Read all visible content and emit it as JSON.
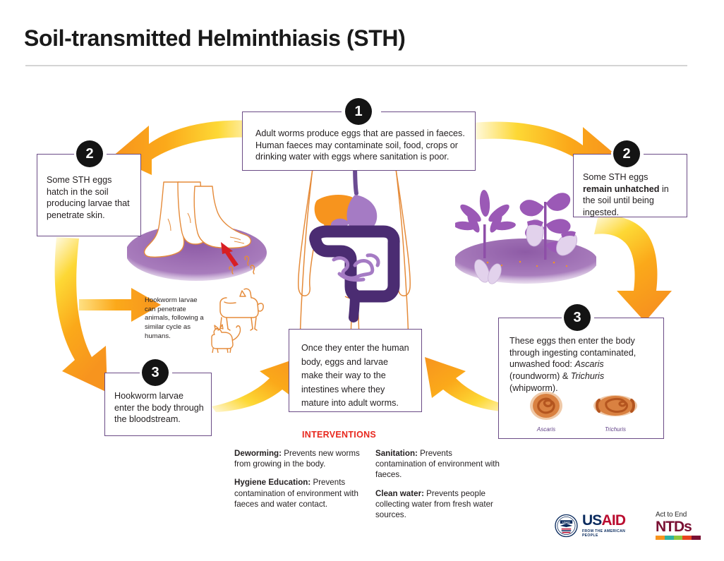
{
  "header": {
    "title": "Soil-transmitted Helminthiasis (STH)"
  },
  "steps": {
    "step1": {
      "number": "1",
      "text": "Adult worms produce eggs that are passed in faeces. Human faeces may contaminate soil, food, crops or drinking water with eggs where sanitation is poor."
    },
    "step2_left": {
      "number": "2",
      "text": "Some STH eggs hatch in the soil producing larvae that penetrate skin."
    },
    "step2_right": {
      "number": "2",
      "text_lead": "Some STH eggs ",
      "text_bold": "remain unhatched",
      "text_tail": " in the soil until being ingested."
    },
    "step3_left": {
      "number": "3",
      "text": "Hookworm larvae enter the body through the bloodstream."
    },
    "step3_right": {
      "number": "3",
      "text_a": "These eggs then enter the body through ingesting contaminated, unwashed food: ",
      "text_ascaris": "Ascaris",
      "text_b": " (roundworm) & ",
      "text_trichuris": "Trichuris",
      "text_c": " (whipworm)."
    },
    "center": {
      "text": "Once they enter the human body, eggs and larvae make their way to the intestines where they mature into adult worms."
    }
  },
  "annotations": {
    "animals_note": "Hookworm larvae can penetrate animals, following a similar cycle as humans.",
    "egg_ascaris_label": "Ascaris",
    "egg_trichuris_label": "Trichuris"
  },
  "interventions": {
    "heading": "INTERVENTIONS",
    "items": [
      {
        "term": "Deworming:",
        "desc": " Prevents new worms from growing in the body."
      },
      {
        "term": "Hygiene Education:",
        "desc": " Prevents contamination of environment with faeces and water contact."
      },
      {
        "term": "Sanitation:",
        "desc": " Prevents contamination of environment with faeces."
      },
      {
        "term": "Clean water:",
        "desc": " Prevents people collecting water from fresh water sources."
      }
    ]
  },
  "logos": {
    "usaid": {
      "us": "US",
      "aid": "AID",
      "tagline": "FROM THE AMERICAN PEOPLE"
    },
    "ntds": {
      "top": "Act to End",
      "main": "NTDs"
    }
  },
  "colors": {
    "arrow_orange": "#F7941E",
    "arrow_pale": "#FFF6CF",
    "box_border": "#6B4B86",
    "badge": "#141414",
    "intervention_heading": "#E8281E",
    "soil_purple": "#8E5BA6",
    "intestine_purple": "#4B2C72",
    "organ_orange": "#F7941E",
    "egg_brown": "#C0622A",
    "usaid_blue": "#0A2B5E",
    "usaid_red": "#BA0C2F",
    "ntds_maroon": "#7A1033"
  }
}
